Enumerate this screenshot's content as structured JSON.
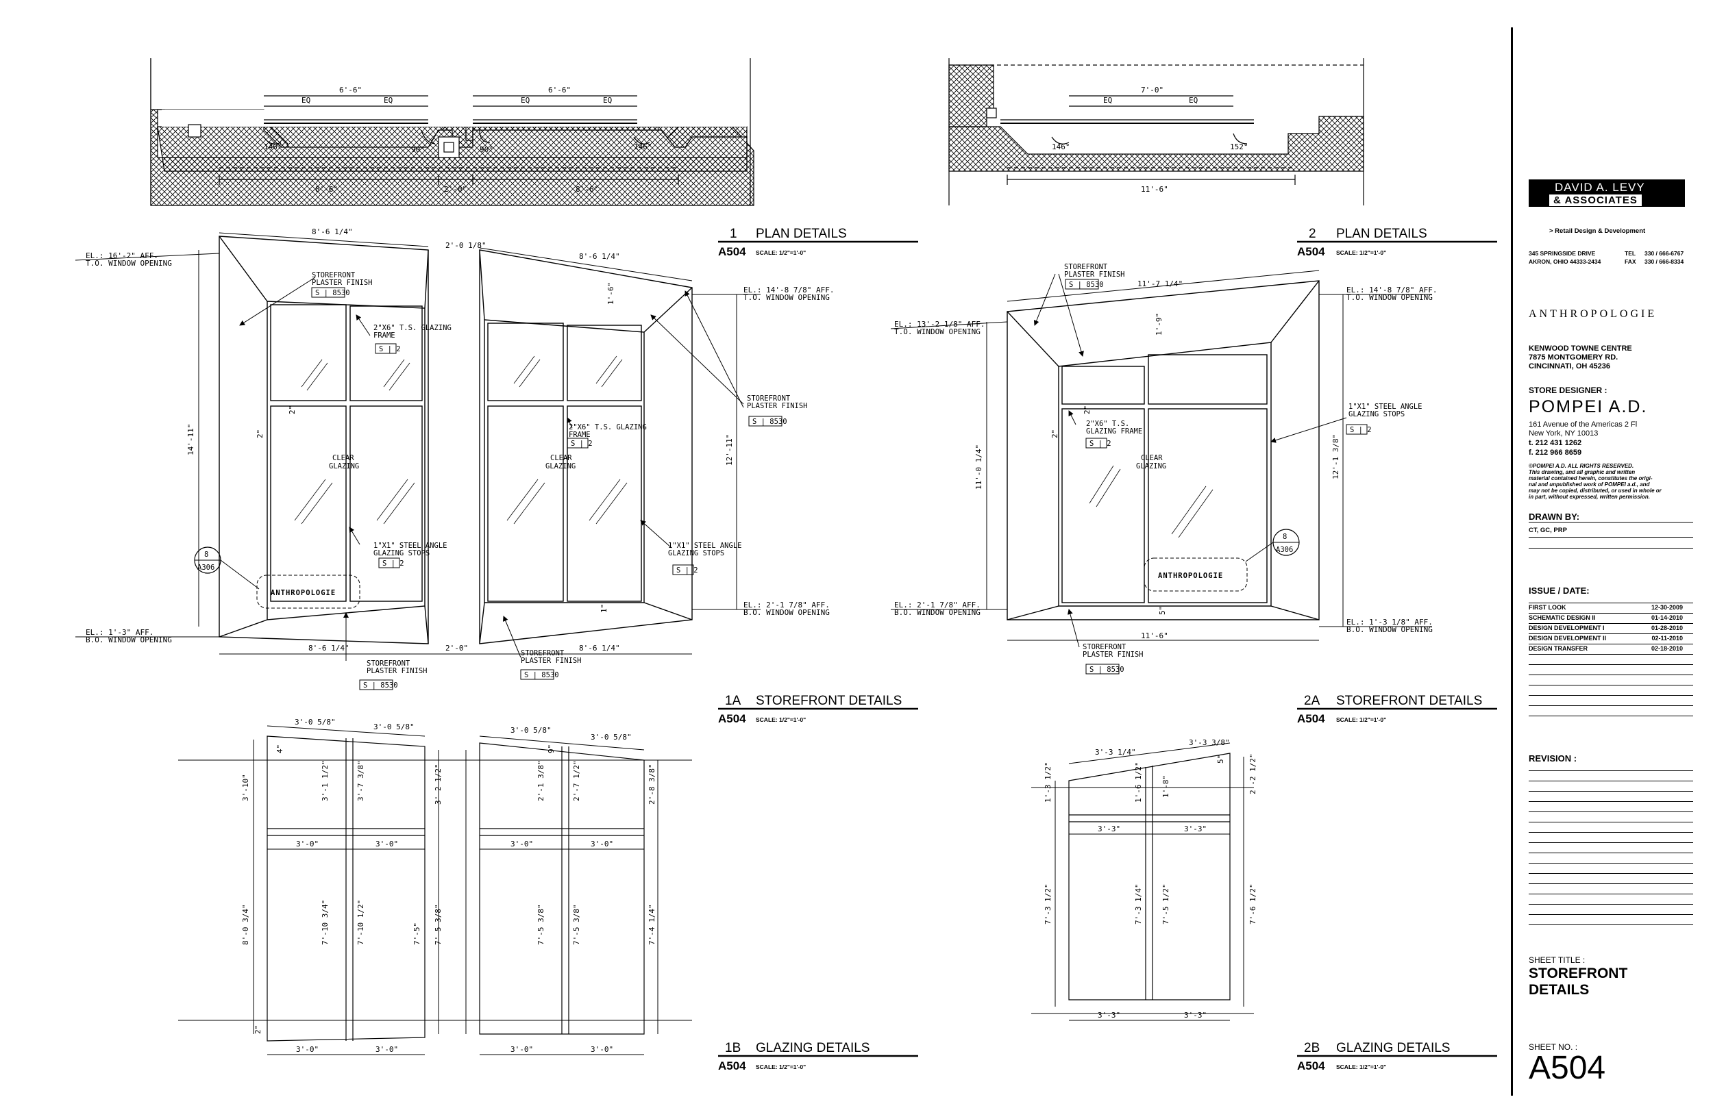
{
  "drawing": {
    "views": [
      {
        "id": "v1",
        "number": "1",
        "title": "PLAN DETAILS",
        "sheet": "A504",
        "scale": "SCALE: 1/2\"=1'-0\""
      },
      {
        "id": "v2",
        "number": "2",
        "title": "PLAN DETAILS",
        "sheet": "A504",
        "scale": "SCALE: 1/2\"=1'-0\""
      },
      {
        "id": "v1a",
        "number": "1A",
        "title": "STOREFRONT DETAILS",
        "sheet": "A504",
        "scale": "SCALE: 1/2\"=1'-0\""
      },
      {
        "id": "v2a",
        "number": "2A",
        "title": "STOREFRONT DETAILS",
        "sheet": "A504",
        "scale": "SCALE: 1/2\"=1'-0\""
      },
      {
        "id": "v1b",
        "number": "1B",
        "title": "GLAZING DETAILS",
        "sheet": "A504",
        "scale": "SCALE: 1/2\"=1'-0\""
      },
      {
        "id": "v2b",
        "number": "2B",
        "title": "GLAZING DETAILS",
        "sheet": "A504",
        "scale": "SCALE: 1/2\"=1'-0\""
      }
    ],
    "plan1": {
      "top_dims": [
        "6'-6\"",
        "6'-6\""
      ],
      "eq": "EQ",
      "bottom_dims": [
        "8'-6\"",
        "2'-0\"",
        "8'-6\""
      ],
      "angles": [
        "146°",
        "90°",
        "90°",
        "146°"
      ]
    },
    "plan2": {
      "top_dim": "7'-0\"",
      "eq": "EQ",
      "bottom_dim": "11'-6\"",
      "angles": [
        "146°",
        "152°"
      ]
    },
    "elev1a": {
      "top_dims": [
        "8'-6 1/4\"",
        "2'-0 1/8\"",
        "8'-6 1/4\""
      ],
      "bottom_dims": [
        "8'-6 1/4\"",
        "2'-0\"",
        "8'-6 1/4\""
      ],
      "left_height": "14'-11\"",
      "right_height": "12'-11\"",
      "el_top_left": "EL.: 16'-2\" AFF.",
      "el_top_left_sub": "T.O. WINDOW OPENING",
      "el_bot_left": "EL.: 1'-3\" AFF.",
      "el_bot_left_sub": "B.O. WINDOW OPENING",
      "el_top_right": "EL.: 14'-8 7/8\" AFF.",
      "el_top_right_sub": "T.O. WINDOW OPENING",
      "el_bot_right": "EL.: 2'-1 7/8\" AFF.",
      "el_bot_right_sub": "B.O. WINDOW OPENING",
      "small_dims": [
        "1'-6\"",
        "2\"",
        "2\"",
        "1\""
      ],
      "clear": "CLEAR",
      "glazing": "GLAZING",
      "notes": {
        "plaster": [
          "STOREFRONT",
          "PLASTER FINISH"
        ],
        "plaster_tag": "S | 8530",
        "frame": [
          "2\"X6\" T.S. GLAZING",
          "FRAME"
        ],
        "frame_tag": "S | 2",
        "stops": [
          "1\"X1\" STEEL ANGLE",
          "GLAZING STOPS"
        ],
        "stops_tag": "S | 2"
      },
      "section_tag": {
        "num": "8",
        "sheet": "A306"
      },
      "sign": "ANTHROPOLOGIE"
    },
    "elev2a": {
      "top_dim": "11'-7 1/4\"",
      "bottom_dim": "11'-6\"",
      "left_height": "11'-0 1/4\"",
      "right_height": "12'-1 3/8\"",
      "el_top_left": "EL.: 13'-2 1/8\" AFF.",
      "el_top_left_sub": "T.O. WINDOW OPENING",
      "el_bot_left": "EL.: 2'-1 7/8\" AFF.",
      "el_bot_left_sub": "B.O. WINDOW OPENING",
      "el_top_right": "EL.: 14'-8 7/8\" AFF.",
      "el_top_right_sub": "T.O. WINDOW OPENING",
      "el_bot_right": "EL.: 1'-3 1/8\" AFF.",
      "el_bot_right_sub": "B.O. WINDOW OPENING",
      "small_dims": [
        "1'-9\"",
        "2\"",
        "2\"",
        "5\""
      ],
      "clear": "CLEAR",
      "glazing": "GLAZING",
      "notes": {
        "plaster": [
          "STOREFRONT",
          "PLASTER FINISH"
        ],
        "plaster_tag": "S | 8530",
        "frame": [
          "2\"X6\" T.S.",
          "GLAZING FRAME"
        ],
        "frame_tag": "S | 2",
        "stops": [
          "1\"X1\" STEEL ANGLE",
          "GLAZING STOPS"
        ],
        "stops_tag": "S | 2"
      },
      "section_tag": {
        "num": "8",
        "sheet": "A306"
      },
      "sign": "ANTHROPOLOGIE"
    },
    "glaz1b": {
      "top_dims": [
        "3'-0 5/8\"",
        "3'-0 5/8\"",
        "3'-0 5/8\"",
        "3'-0 5/8\""
      ],
      "mid_dims": [
        "3'-0\"",
        "3'-0\"",
        "3'-0\"",
        "3'-0\""
      ],
      "bot_dims": [
        "3'-0\"",
        "3'-0\"",
        "3'-0\"",
        "3'-0\""
      ],
      "upper_heights": [
        "3'-10\"",
        "3'-1 1/2\"",
        "3'-7 3/8\"",
        "3'-2 1/2\"",
        "2'-1 3/8\"",
        "2'-7 1/2\"",
        "2'-8 3/8\""
      ],
      "lower_heights": [
        "8'-0 3/4\"",
        "7'-10 3/4\"",
        "7'-10 1/2\"",
        "7'-5\"",
        "7'-5 3/8\"",
        "7'-5 3/8\"",
        "7'-5 3/8\"",
        "7'-4 1/4\""
      ],
      "small": [
        "4\"",
        "9\"",
        "2\""
      ]
    },
    "glaz2b": {
      "top_dims": [
        "3'-3 1/4\"",
        "3'-3 3/8\""
      ],
      "mid_dims": [
        "3'-3\"",
        "3'-3\""
      ],
      "bot_dims": [
        "3'-3\"",
        "3'-3\""
      ],
      "upper_heights": [
        "1'-3 1/2\"",
        "1'-6 1/2\"",
        "1'-8\"",
        "2'-2 1/2\""
      ],
      "lower_heights": [
        "7'-3 1/2\"",
        "7'-3 1/4\"",
        "7'-5 1/2\"",
        "7'-6 1/2\""
      ],
      "small": [
        "5\""
      ]
    }
  },
  "titleblock": {
    "firm_line1": "DAVID A. LEVY",
    "firm_line2": "& ASSOCIATES",
    "firm_tag": "> Retail Design & Development",
    "addr1": "345 SPRINGSIDE DRIVE",
    "addr2": "AKRON, OHIO 44333-2434",
    "tel_label": "TEL",
    "tel": "330 / 666-6767",
    "fax_label": "FAX",
    "fax": "330 / 666-8334",
    "client": "ANTHROPOLOGIE",
    "site1": "KENWOOD TOWNE CENTRE",
    "site2": "7875 MONTGOMERY RD.",
    "site3": "CINCINNATI, OH 45236",
    "designer_label": "STORE DESIGNER :",
    "designer": "POMPEI A.D.",
    "designer_addr1": "161 Avenue of the Americas 2 Fl",
    "designer_addr2": "New York, NY 10013",
    "designer_t": "t. 212 431 1262",
    "designer_f": "f. 212 966 8659",
    "copyright": [
      "©POMPEI A.D. ALL RIGHTS RESERVED.",
      "This drawing, and all graphic and written",
      "material contained herein, constitutes the origi-",
      "nal and unpublished work of POMPEI a.d., and",
      "may not be copied, distributed, or used in whole or",
      "in part, without expressed, written permission."
    ],
    "drawn_label": "DRAWN BY:",
    "drawn": "CT, GC, PRP",
    "issue_label": "ISSUE / DATE:",
    "issues": [
      {
        "name": "FIRST LOOK",
        "date": "12-30-2009"
      },
      {
        "name": "SCHEMATIC DESIGN II",
        "date": "01-14-2010"
      },
      {
        "name": "DESIGN DEVELOPMENT I",
        "date": "01-28-2010"
      },
      {
        "name": "DESIGN DEVELOPMENT II",
        "date": "02-11-2010"
      },
      {
        "name": "DESIGN TRANSFER",
        "date": "02-18-2010"
      }
    ],
    "revision_label": "REVISION :",
    "sheet_title_label": "SHEET TITLE :",
    "sheet_title1": "STOREFRONT",
    "sheet_title2": "DETAILS",
    "sheet_no_label": "SHEET NO. :",
    "sheet_no": "A504"
  }
}
